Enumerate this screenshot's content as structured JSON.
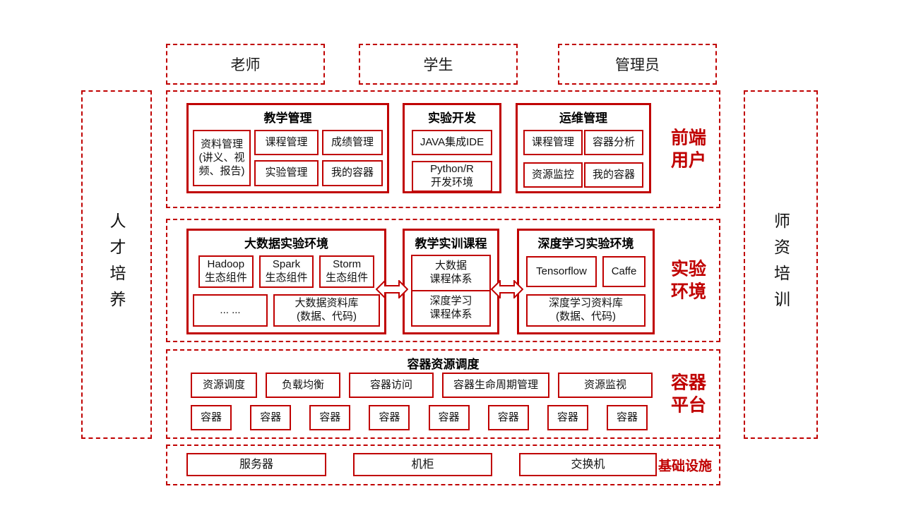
{
  "colors": {
    "accent": "#C00000",
    "text": "#000000",
    "background": "#FFFFFF"
  },
  "actors": {
    "teacher": "老师",
    "student": "学生",
    "admin": "管理员"
  },
  "sides": {
    "left": "人才培养",
    "right": "师资培训"
  },
  "frontend": {
    "label": "前端用户",
    "teaching": {
      "title": "教学管理",
      "items": {
        "course": "课程管理",
        "material": "资料管理\n(讲义、视频、报告)",
        "grade": "成绩管理",
        "experiment": "实验管理",
        "my_container": "我的容器"
      }
    },
    "dev": {
      "title": "实验开发",
      "items": {
        "java": "JAVA集成IDE",
        "python": "Python/R\n开发环境"
      }
    },
    "ops": {
      "title": "运维管理",
      "items": {
        "course": "课程管理",
        "analysis": "容器分析",
        "monitor": "资源监控",
        "my_container": "我的容器"
      }
    }
  },
  "experiment": {
    "label": "实验环境",
    "bigdata": {
      "title": "大数据实验环境",
      "items": {
        "hadoop": "Hadoop\n生态组件",
        "spark": "Spark\n生态组件",
        "storm": "Storm\n生态组件",
        "more": "... ...",
        "repo": "大数据资料库\n(数据、代码)"
      }
    },
    "courses": {
      "title": "教学实训课程",
      "items": {
        "bigdata": "大数据\n课程体系",
        "deeplearning": "深度学习\n课程体系"
      }
    },
    "deeplearning": {
      "title": "深度学习实验环境",
      "items": {
        "tensorflow": "Tensorflow",
        "caffe": "Caffe",
        "repo": "深度学习资料库\n(数据、代码)"
      }
    }
  },
  "container_platform": {
    "label": "容器平台",
    "title": "容器资源调度",
    "features": [
      "资源调度",
      "负载均衡",
      "容器访问",
      "容器生命周期管理",
      "资源监视"
    ],
    "containers": [
      "容器",
      "容器",
      "容器",
      "容器",
      "容器",
      "容器",
      "容器",
      "容器"
    ]
  },
  "infrastructure": {
    "label": "基础设施",
    "items": {
      "server": "服务器",
      "cabinet": "机柜",
      "switch": "交换机"
    }
  }
}
